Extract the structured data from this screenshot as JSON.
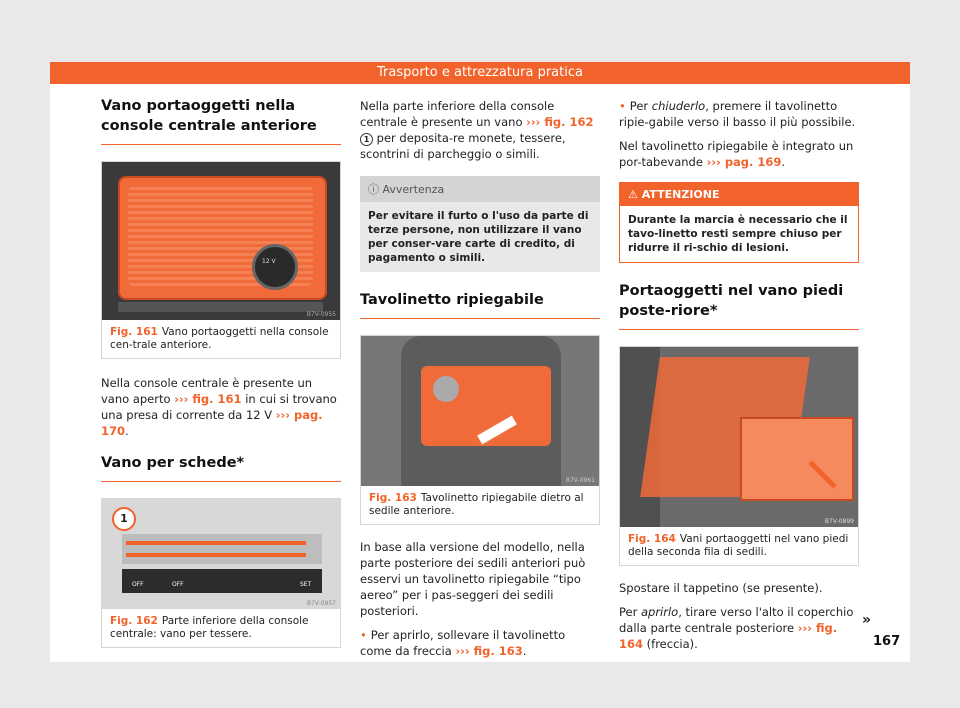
{
  "header": {
    "title": "Trasporto e attrezzatura pratica"
  },
  "col1": {
    "title": "Vano portaoggetti nella console centrale anteriore",
    "fig161": {
      "code": "B7V-0955",
      "num": "Fig. 161",
      "caption": "Vano portaoggetti nella console cen-trale anteriore.",
      "socket_label": "12 V"
    },
    "para1_a": "Nella console centrale è presente un vano aperto ",
    "para1_link1": "››› fig. 161",
    "para1_b": " in cui si trovano una presa di corrente da 12 V ",
    "para1_link2": "››› pag. 170",
    "para1_c": ".",
    "title2": "Vano per schede*",
    "fig162": {
      "code": "B7V-0957",
      "num": "Fig. 162",
      "caption": "Parte inferiore della console centrale: vano per tessere.",
      "marker": "1",
      "btn1": "OFF",
      "btn2": "OFF",
      "btn5": "SET"
    }
  },
  "col2": {
    "para1_a": "Nella parte inferiore della console centrale è presente un vano ",
    "para1_link": "››› fig. 162",
    "para1_circ": "1",
    "para1_b": " per deposita-re monete, tessere, scontrini di parcheggio o simili.",
    "note_title": "Avvertenza",
    "note_text": "Per evitare il furto o l'uso da parte di terze persone, non utilizzare il vano per conser-vare carte di credito, di pagamento o simili.",
    "title": "Tavolinetto ripiegabile",
    "fig163": {
      "code": "B7V-0961",
      "num": "Fig. 163",
      "caption": "Tavolinetto ripiegabile dietro al sedile anteriore."
    },
    "para2": "In base alla versione del modello, nella parte posteriore dei sedili anteriori può esservi un tavolinetto ripiegabile “tipo aereo” per i pas-seggeri dei sedili posteriori.",
    "para3_a": "Per aprirlo, sollevare il tavolinetto come da freccia ",
    "para3_link": "››› fig. 163",
    "para3_b": "."
  },
  "col3": {
    "para1_a": "Per ",
    "para1_em": "chiuderlo",
    "para1_b": ", premere il tavolinetto ripie-gabile verso il basso il più possibile.",
    "para2_a": "Nel tavolinetto ripiegabile è integrato un por-tabevande ",
    "para2_link": "››› pag. 169",
    "para2_b": ".",
    "warn_title": "ATTENZIONE",
    "warn_text": "Durante la marcia è necessario che il tavo-linetto resti sempre chiuso per ridurre il ri-schio di lesioni.",
    "title": "Portaoggetti nel vano piedi poste-riore*",
    "fig164": {
      "code": "B7V-0899",
      "num": "Fig. 164",
      "caption": "Vani portaoggetti nel vano piedi della seconda fila di sedili."
    },
    "para3": "Spostare il tappetino (se presente).",
    "para4_a": "Per ",
    "para4_em": "aprirlo",
    "para4_b": ", tirare verso l'alto il coperchio dalla parte centrale posteriore ",
    "para4_link": "››› fig. 164",
    "para4_c": " (freccia)."
  },
  "continue_mark": "»",
  "page_number": "167",
  "colors": {
    "accent": "#f2632b"
  }
}
